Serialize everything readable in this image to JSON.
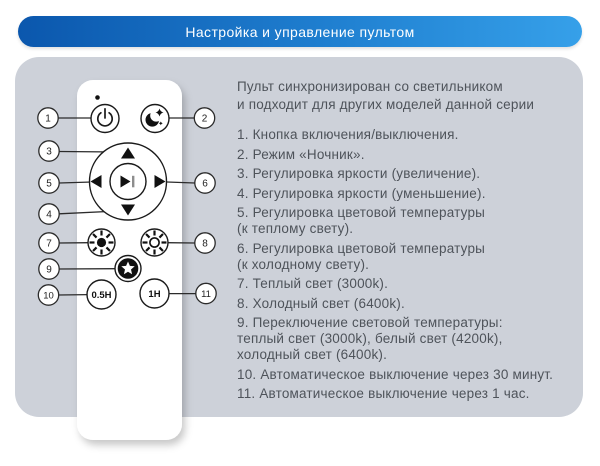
{
  "header": {
    "title": "Настройка и управление пультом"
  },
  "intro": {
    "lines": [
      "Пульт синхронизирован со светильником",
      "и подходит для других моделей данной серии"
    ]
  },
  "legend": {
    "items": [
      {
        "lines": [
          "1. Кнопка включения/выключения."
        ]
      },
      {
        "lines": [
          "2. Режим «Ночник»."
        ]
      },
      {
        "lines": [
          "3. Регулировка яркости (увеличение)."
        ]
      },
      {
        "lines": [
          "4. Регулировка яркости (уменьшение)."
        ]
      },
      {
        "lines": [
          "5. Регулировка цветовой температуры",
          "(к теплому свету)."
        ]
      },
      {
        "lines": [
          "6. Регулировка цветовой температуры",
          "(к холодному свету)."
        ]
      },
      {
        "lines": [
          "7. Теплый свет (3000k)."
        ]
      },
      {
        "lines": [
          "8. Холодный свет (6400k)."
        ]
      },
      {
        "lines": [
          "9. Переключение световой температуры:",
          "теплый свет (3000k), белый свет (4200k),",
          "холодный свет (6400k)."
        ]
      },
      {
        "lines": [
          "10. Автоматическое выключение через 30 минут."
        ]
      },
      {
        "lines": [
          "11. Автоматическое выключение через 1 час."
        ]
      }
    ]
  },
  "remote": {
    "callouts": [
      "1",
      "2",
      "3",
      "4",
      "5",
      "6",
      "7",
      "8",
      "9",
      "10",
      "11"
    ],
    "half_hour_label": "0.5H",
    "one_hour_label": "1H",
    "icons": {
      "power": "power-icon",
      "night_mode": "moon-stars-icon",
      "up": "triangle-up-icon",
      "down": "triangle-down-icon",
      "left": "triangle-left-icon",
      "right": "triangle-right-icon",
      "center": "play-pause-icon",
      "warm": "sun-filled-icon",
      "cold": "sun-outline-icon",
      "cycle": "star-icon",
      "led": "led-dot"
    }
  },
  "colors": {
    "banner_gradient_left": "#0b57ad",
    "banner_gradient_right": "#36a0e9",
    "card_background": "#cdd1d9",
    "text": "#4e535a",
    "outline": "#2b2b2b",
    "remote_body": "#ffffff"
  }
}
